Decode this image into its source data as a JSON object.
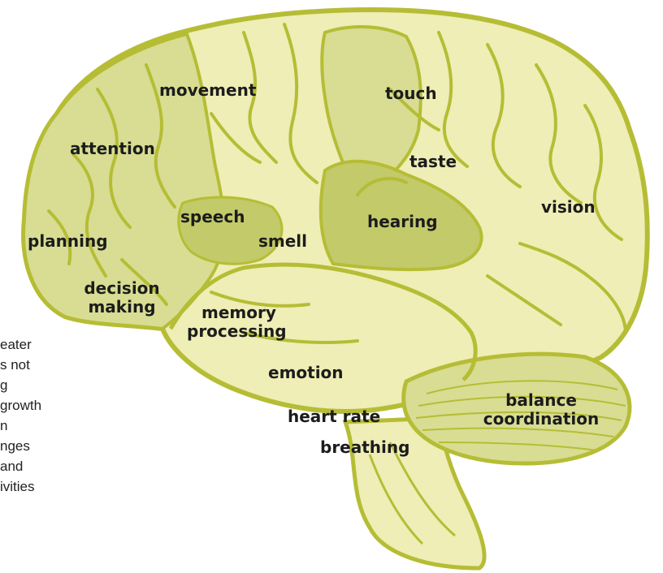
{
  "side_text_lines": [
    "eater",
    "s not",
    "g",
    "growth",
    "n",
    "nges",
    "and",
    "ivities"
  ],
  "regions": {
    "movement": "movement",
    "touch": "touch",
    "attention": "attention",
    "taste": "taste",
    "vision": "vision",
    "speech": "speech",
    "hearing": "hearing",
    "planning": "planning",
    "smell": "smell",
    "decision_line1": "decision",
    "decision_line2": "making",
    "memory_line1": "memory",
    "memory_line2": "processing",
    "emotion": "emotion",
    "balance_line1": "balance",
    "balance_line2": "coordination",
    "heart_rate": "heart rate",
    "breathing": "breathing"
  },
  "colors": {
    "outline": "#b6bd35",
    "fill_light": "#eeeeb6",
    "fill_mid": "#d8dd93",
    "fill_dark": "#c3ca6a",
    "text": "#1c1c1c"
  }
}
